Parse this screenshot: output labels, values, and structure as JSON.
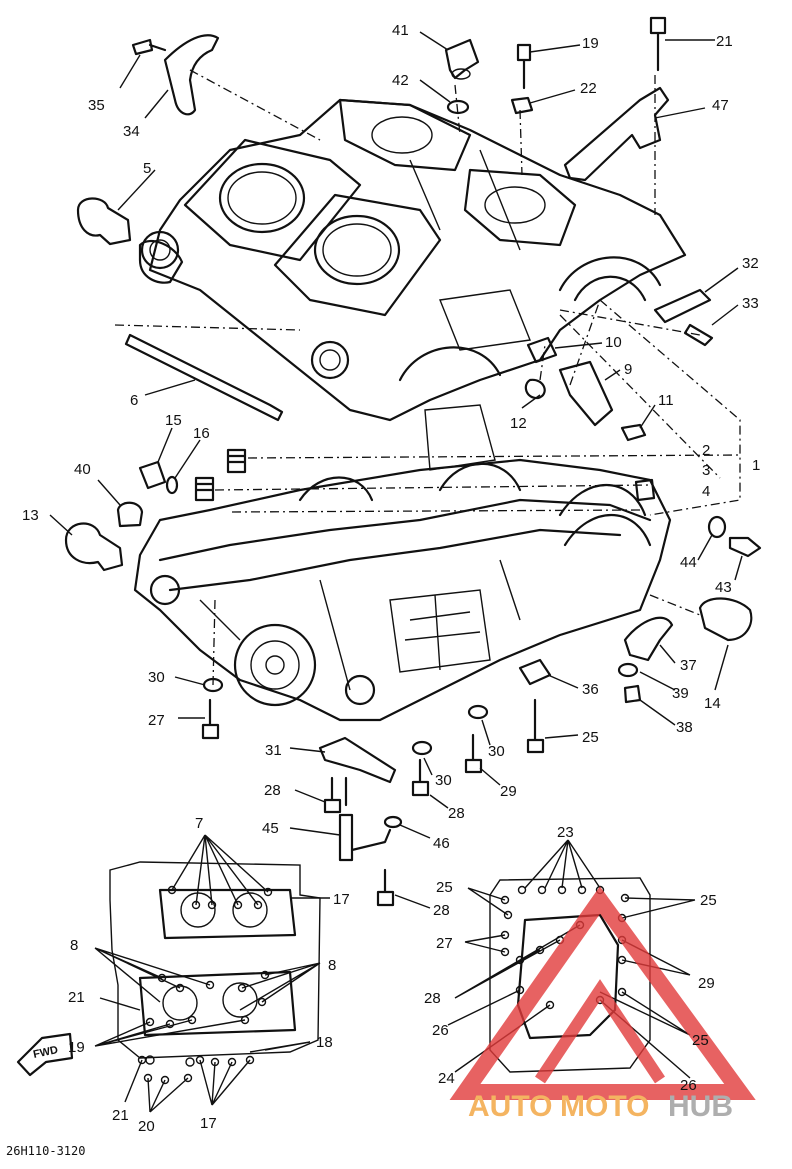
{
  "diagram_code": "26H110-3120",
  "fwd_label": "FWD",
  "watermark": {
    "part1": "AUTO",
    "part2": "MOTO",
    "part3": "HUB",
    "color_red": "#e23b3b",
    "color_gray": "#9a9a9a",
    "color_orange": "#f2a23a"
  },
  "callouts": [
    {
      "id": "c41",
      "text": "41"
    },
    {
      "id": "c19a",
      "text": "19"
    },
    {
      "id": "c21a",
      "text": "21"
    },
    {
      "id": "c35",
      "text": "35"
    },
    {
      "id": "c34",
      "text": "34"
    },
    {
      "id": "c42",
      "text": "42"
    },
    {
      "id": "c22",
      "text": "22"
    },
    {
      "id": "c47",
      "text": "47"
    },
    {
      "id": "c5",
      "text": "5"
    },
    {
      "id": "c32",
      "text": "32"
    },
    {
      "id": "c33",
      "text": "33"
    },
    {
      "id": "c10",
      "text": "10"
    },
    {
      "id": "c9",
      "text": "9"
    },
    {
      "id": "c6",
      "text": "6"
    },
    {
      "id": "c12",
      "text": "12"
    },
    {
      "id": "c11",
      "text": "11"
    },
    {
      "id": "c15",
      "text": "15"
    },
    {
      "id": "c16",
      "text": "16"
    },
    {
      "id": "c2",
      "text": "2"
    },
    {
      "id": "c3",
      "text": "3"
    },
    {
      "id": "c1",
      "text": "1"
    },
    {
      "id": "c4",
      "text": "4"
    },
    {
      "id": "c40",
      "text": "40"
    },
    {
      "id": "c13",
      "text": "13"
    },
    {
      "id": "c44",
      "text": "44"
    },
    {
      "id": "c43",
      "text": "43"
    },
    {
      "id": "c30a",
      "text": "30"
    },
    {
      "id": "c37",
      "text": "37"
    },
    {
      "id": "c36",
      "text": "36"
    },
    {
      "id": "c39",
      "text": "39"
    },
    {
      "id": "c14",
      "text": "14"
    },
    {
      "id": "c27a",
      "text": "27"
    },
    {
      "id": "c38",
      "text": "38"
    },
    {
      "id": "c25a",
      "text": "25"
    },
    {
      "id": "c30b",
      "text": "30"
    },
    {
      "id": "c31",
      "text": "31"
    },
    {
      "id": "c30c",
      "text": "30"
    },
    {
      "id": "c29a",
      "text": "29"
    },
    {
      "id": "c28a",
      "text": "28"
    },
    {
      "id": "c28b",
      "text": "28"
    },
    {
      "id": "c45",
      "text": "45"
    },
    {
      "id": "c46",
      "text": "46"
    },
    {
      "id": "c7",
      "text": "7"
    },
    {
      "id": "c23",
      "text": "23"
    },
    {
      "id": "c17a",
      "text": "17"
    },
    {
      "id": "c28c",
      "text": "28"
    },
    {
      "id": "c25b",
      "text": "25"
    },
    {
      "id": "c25c",
      "text": "25"
    },
    {
      "id": "c27b",
      "text": "27"
    },
    {
      "id": "c8a",
      "text": "8"
    },
    {
      "id": "c8b",
      "text": "8"
    },
    {
      "id": "c29b",
      "text": "29"
    },
    {
      "id": "c21b",
      "text": "21"
    },
    {
      "id": "c28d",
      "text": "28"
    },
    {
      "id": "c26a",
      "text": "26"
    },
    {
      "id": "c25d",
      "text": "25"
    },
    {
      "id": "c19b",
      "text": "19"
    },
    {
      "id": "c18",
      "text": "18"
    },
    {
      "id": "c24",
      "text": "24"
    },
    {
      "id": "c26b",
      "text": "26"
    },
    {
      "id": "c21c",
      "text": "21"
    },
    {
      "id": "c20",
      "text": "20"
    },
    {
      "id": "c17b",
      "text": "17"
    }
  ]
}
